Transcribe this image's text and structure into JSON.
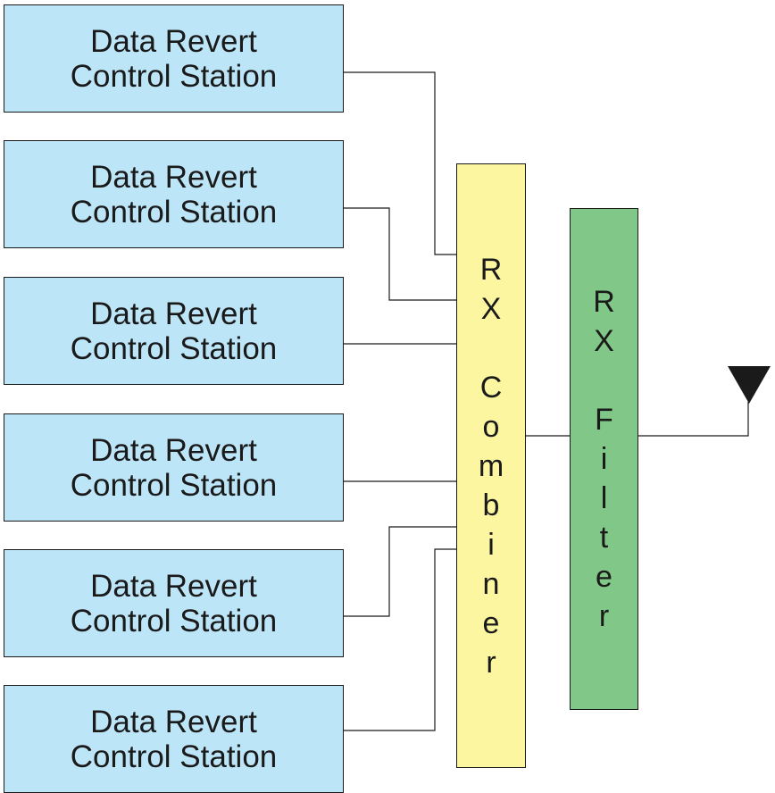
{
  "stations": [
    {
      "line1": "Data Revert",
      "line2": "Control Station"
    },
    {
      "line1": "Data Revert",
      "line2": "Control Station"
    },
    {
      "line1": "Data Revert",
      "line2": "Control Station"
    },
    {
      "line1": "Data Revert",
      "line2": "Control Station"
    },
    {
      "line1": "Data Revert",
      "line2": "Control Station"
    },
    {
      "line1": "Data Revert",
      "line2": "Control Station"
    }
  ],
  "combiner": {
    "letters": [
      "R",
      "X",
      "",
      "C",
      "o",
      "m",
      "b",
      "i",
      "n",
      "e",
      "r"
    ]
  },
  "filter": {
    "letters": [
      "R",
      "X",
      "",
      "F",
      "i",
      "l",
      "t",
      "e",
      "r"
    ]
  },
  "colors": {
    "station_fill": "#bde5f8",
    "combiner_fill": "#fdf6a0",
    "filter_fill": "#80c788",
    "line": "#1a1a1a"
  },
  "icons": {
    "antenna": "antenna-icon"
  }
}
